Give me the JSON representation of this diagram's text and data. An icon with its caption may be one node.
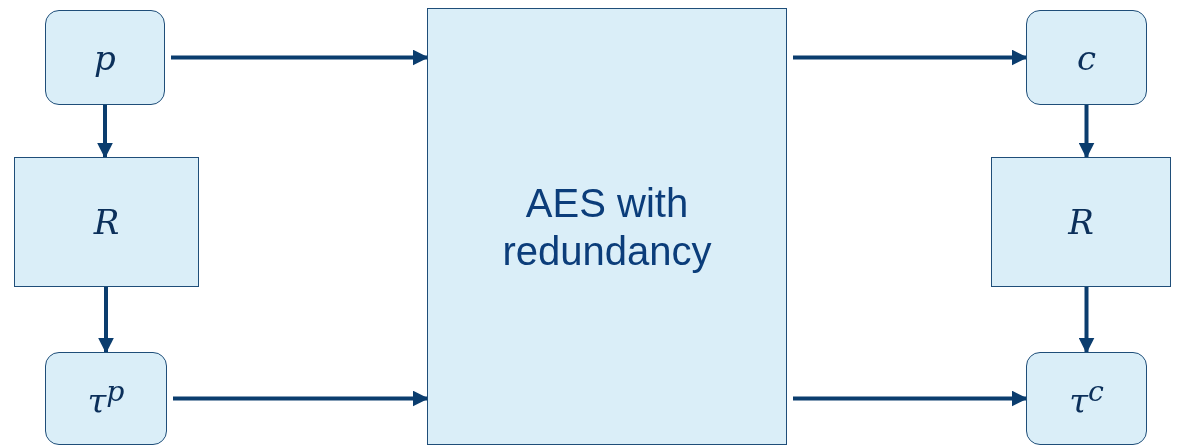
{
  "diagram": {
    "nodes": [
      {
        "text": [
          "p"
        ]
      },
      {
        "text": [
          "R"
        ]
      },
      {
        "text": [
          "τ$^{p}$"
        ]
      },
      {
        "text": [
          "AES with redundancy"
        ]
      },
      {
        "text": [
          "c"
        ]
      },
      {
        "text": [
          "R"
        ]
      },
      {
        "text": [
          "τ$^{c}$"
        ]
      }
    ],
    "edges": [
      {
        "from": 0,
        "to": 1,
        "arrow": "to"
      },
      {
        "from": 1,
        "to": 2,
        "arrow": "to"
      },
      {
        "from": 0,
        "to": 3,
        "arrow": "to"
      },
      {
        "from": 2,
        "to": 3,
        "arrow": "to"
      },
      {
        "from": 3,
        "to": 4,
        "arrow": "to"
      },
      {
        "from": 3,
        "to": 6,
        "arrow": "to"
      },
      {
        "from": 4,
        "to": 5,
        "arrow": "to"
      },
      {
        "from": 5,
        "to": 6,
        "arrow": "to"
      }
    ]
  }
}
